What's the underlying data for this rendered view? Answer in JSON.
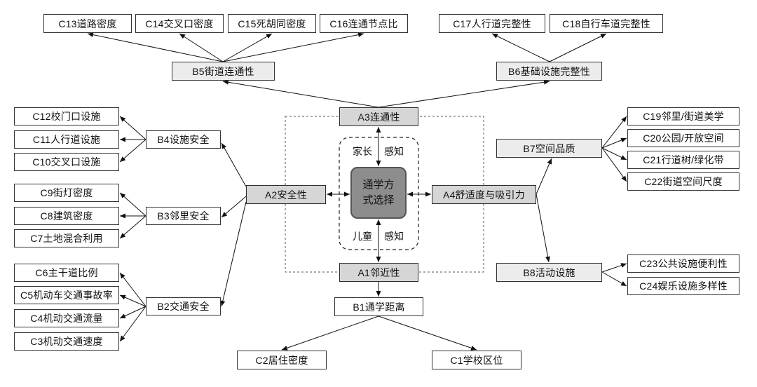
{
  "diagram": {
    "center": "通学方式选择",
    "parent_perception": {
      "who": "家长",
      "what": "感知"
    },
    "child_perception": {
      "who": "儿童",
      "what": "感知"
    }
  },
  "criteria": {
    "A1": "A1邻近性",
    "A2": "A2安全性",
    "A3": "A3连通性",
    "A4": "A4舒适度与吸引力"
  },
  "factors": {
    "B1": "B1通学距离",
    "B2": "B2交通安全",
    "B3": "B3邻里安全",
    "B4": "B4设施安全",
    "B5": "B5街道连通性",
    "B6": "B6基础设施完整性",
    "B7": "B7空间品质",
    "B8": "B8活动设施"
  },
  "indicators": {
    "C1": "C1学校区位",
    "C2": "C2居住密度",
    "C3": "C3机动交通速度",
    "C4": "C4机动交通流量",
    "C5": "C5机动车交通事故率",
    "C6": "C6主干道比例",
    "C7": "C7土地混合利用",
    "C8": "C8建筑密度",
    "C9": "C9街灯密度",
    "C10": "C10交叉口设施",
    "C11": "C11人行道设施",
    "C12": "C12校门口设施",
    "C13": "C13道路密度",
    "C14": "C14交叉口密度",
    "C15": "C15死胡同密度",
    "C16": "C16连通节点比",
    "C17": "C17人行道完整性",
    "C18": "C18自行车道完整性",
    "C19": "C19邻里/街道美学",
    "C20": "C20公园/开放空间",
    "C21": "C21行道树/绿化带",
    "C22": "C22街道空间尺度",
    "C23": "C23公共设施便利性",
    "C24": "C24娱乐设施多样性"
  }
}
